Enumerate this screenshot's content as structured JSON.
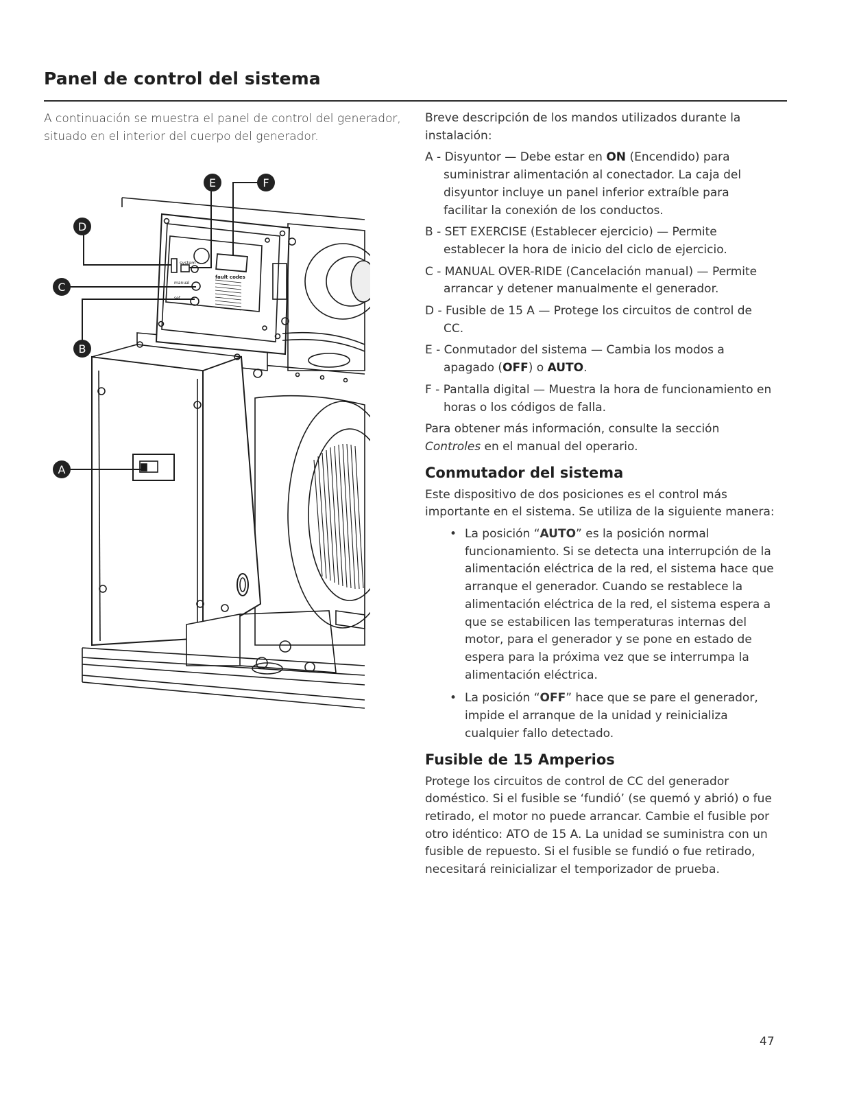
{
  "title": "Panel de control del sistema",
  "intro": "A continuación se muestra el panel de control del generador, situado en el interior del cuerpo del generador.",
  "figure": {
    "callouts": [
      "A",
      "B",
      "C",
      "D",
      "E",
      "F"
    ],
    "panel_labels": {
      "system": "system",
      "manual": "manual",
      "set": "set",
      "fault_codes": "fault codes"
    }
  },
  "description": {
    "intro": "Breve descripción de los mandos utilizados durante la instalación:",
    "items": {
      "a": {
        "p1": "A - Disyuntor — Debe estar en ",
        "b1": "ON",
        "p2": " (Encendido) para suministrar alimentación al conectador. La caja del disyuntor incluye un panel inferior extraíble para facilitar la conexión de los conductos."
      },
      "b": "B - SET EXERCISE (Establecer ejercicio) — Permite establecer la hora de inicio del ciclo de ejercicio.",
      "c": "C - MANUAL OVER-RIDE (Cancelación manual) — Permite arrancar y detener manualmente el generador.",
      "d": "D - Fusible de 15 A — Protege los circuitos de control de CC.",
      "e": {
        "p1": "E - Conmutador del sistema — Cambia los modos a apagado (",
        "b1": "OFF",
        "p2": ") o ",
        "b2": "AUTO",
        "p3": "."
      },
      "f": "F - Pantalla digital — Muestra la hora de funcionamiento en horas o los códigos de falla."
    },
    "more_info": {
      "p1": "Para obtener más información, consulte la sección ",
      "i1": "Controles",
      "p2": " en el manual del operario."
    }
  },
  "system_switch": {
    "heading": "Conmutador del sistema",
    "intro": "Este dispositivo de dos posiciones es el control más importante en el sistema. Se utiliza de la siguiente manera:",
    "bullet_symbol": "•",
    "bullets": [
      {
        "p1": "La posición “",
        "b1": "AUTO",
        "p2": "” es la posición normal funcionamiento. Si se detecta una interrupción de la alimentación eléctrica de la red, el sistema hace que arranque el generador. Cuando se restablece la alimentación eléctrica de la red, el sistema espera a que se estabilicen las temperaturas internas del motor, para el generador y se pone en estado de espera para la próxima vez que se interrumpa la alimentación eléctrica."
      },
      {
        "p1": "La posición “",
        "b1": "OFF",
        "p2": "” hace que se pare el generador, impide el arranque de la unidad y reinicializa cualquier fallo detectado."
      }
    ]
  },
  "fuse": {
    "heading": "Fusible de 15 Amperios",
    "text": "Protege los circuitos de control de CC del generador doméstico. Si el fusible se ‘fundió’ (se quemó y abrió) o fue retirado, el motor no puede arrancar. Cambie el fusible por otro idéntico: ATO de 15 A. La unidad se suministra con un fusible de repuesto. Si el fusible se fundió o fue retirado, necesitará reinicializar el temporizador de prueba."
  },
  "page_number": "47"
}
